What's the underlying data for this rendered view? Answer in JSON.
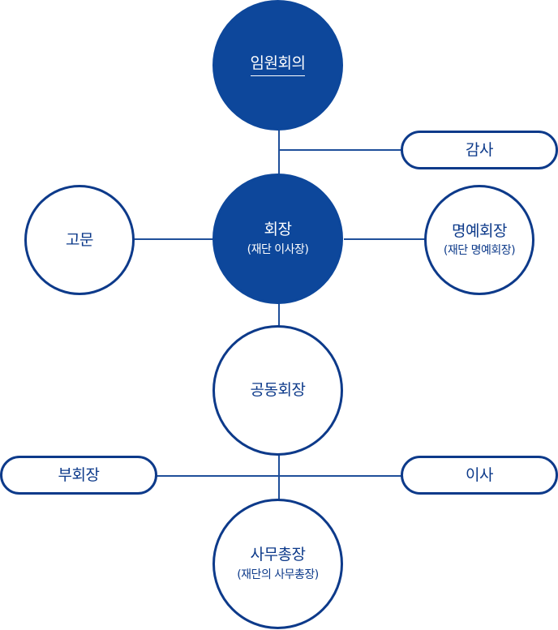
{
  "diagram": {
    "nodes": {
      "board": {
        "title": "임원회의"
      },
      "auditor": {
        "title": "감사"
      },
      "chairman": {
        "title": "회장",
        "subtitle": "(재단 이사장)"
      },
      "advisor": {
        "title": "고문"
      },
      "honorary_chairman": {
        "title": "명예회장",
        "subtitle": "(재단 명예회장)"
      },
      "co_chairman": {
        "title": "공동회장"
      },
      "vice_chairman": {
        "title": "부회장"
      },
      "director": {
        "title": "이사"
      },
      "secretary_general": {
        "title": "사무총장",
        "subtitle": "(재단의 사무총장)"
      }
    }
  },
  "colors": {
    "primary": "#0d479b",
    "border": "#0d3a8a",
    "line": "#1f4f9a",
    "background": "#ffffff"
  }
}
